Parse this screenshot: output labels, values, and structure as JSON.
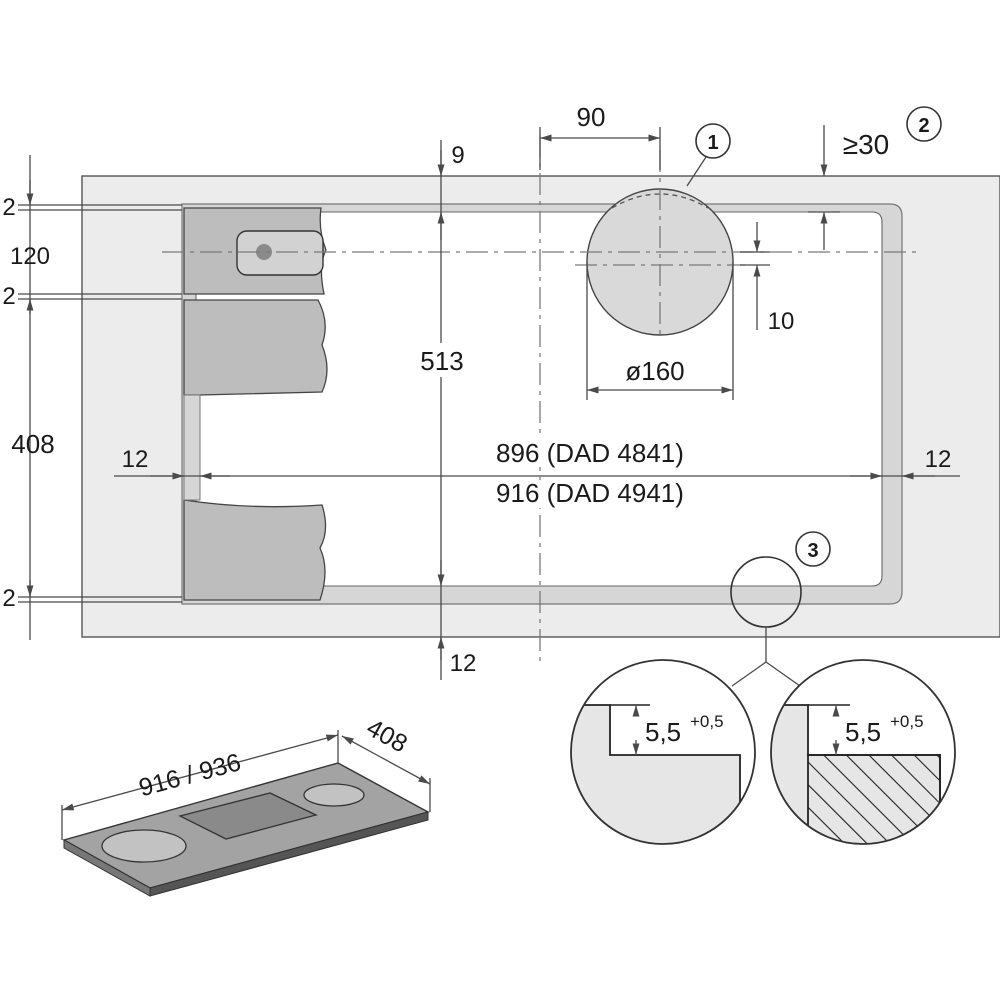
{
  "labels": {
    "d2_top": "2",
    "d120": "120",
    "d2_mid": "2",
    "d408": "408",
    "d2_bot": "2",
    "d9": "9",
    "d513": "513",
    "d12_bottom": "12",
    "d90": "90",
    "d30": "≥30",
    "d10": "10",
    "dia160": "ø160",
    "d12_left": "12",
    "d12_right": "12",
    "w896": "896 (DAD 4841)",
    "w916": "916 (DAD 4941)",
    "callout1": "1",
    "callout2": "2",
    "callout3": "3",
    "detail_a_main": "5,5",
    "detail_a_sup": "+0,5",
    "detail_b_main": "5,5",
    "detail_b_sup": "+0,5",
    "iso_length": "916 / 936",
    "iso_depth": "408"
  },
  "colors": {
    "worktop": "#ececec",
    "cutout_frame": "#d6d6d6",
    "cabinet": "#bdbdbd",
    "hob_circle": "#d9d9d9",
    "hob_glass": "#9e9e9e",
    "line": "#4a4a4a"
  }
}
